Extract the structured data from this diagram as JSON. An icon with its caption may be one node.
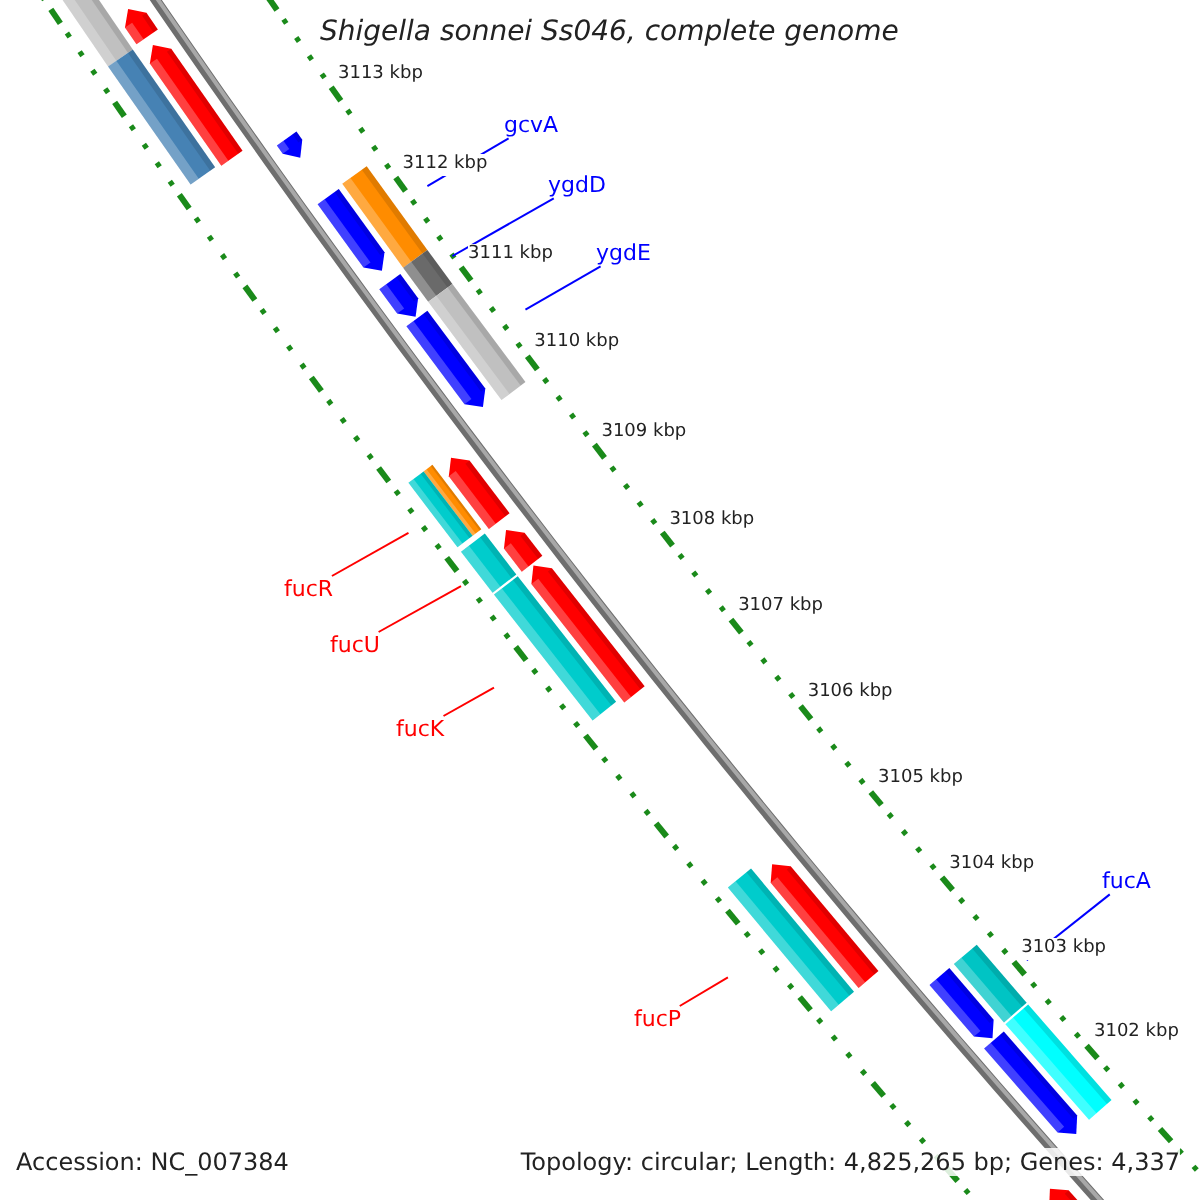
{
  "diagram": {
    "title": "Shigella sonnei Ss046, complete genome",
    "nodes": [
      {
        "text": [
          "gcvA"
        ]
      },
      {
        "text": [
          "ygdD"
        ]
      },
      {
        "text": [
          "ygdE"
        ]
      },
      {
        "text": [
          "fucR"
        ]
      },
      {
        "text": [
          "fucU"
        ]
      },
      {
        "text": [
          "fucK"
        ]
      },
      {
        "text": [
          "fucP"
        ]
      },
      {
        "text": [
          "fucA"
        ]
      },
      {
        "text": [],
        "shape": "bar"
      },
      {
        "text": [],
        "shape": "bar"
      },
      {
        "text": [],
        "shape": "bar"
      },
      {
        "text": [],
        "shape": "bar"
      },
      {
        "text": [],
        "shape": "bar"
      },
      {
        "text": [],
        "shape": "bar"
      },
      {
        "text": [],
        "shape": "bar"
      },
      {
        "text": [],
        "shape": "bar"
      }
    ],
    "edges": [
      {
        "from": 0,
        "to": 8,
        "arrow": "none",
        "color": "#0000ff"
      },
      {
        "from": 1,
        "to": 9,
        "arrow": "none",
        "color": "#0000ff"
      },
      {
        "from": 2,
        "to": 10,
        "arrow": "none",
        "color": "#0000ff"
      },
      {
        "from": 3,
        "to": 11,
        "arrow": "none",
        "color": "#ff0000"
      },
      {
        "from": 4,
        "to": 12,
        "arrow": "none",
        "color": "#ff0000"
      },
      {
        "from": 5,
        "to": 13,
        "arrow": "none",
        "color": "#ff0000"
      },
      {
        "from": 6,
        "to": 14,
        "arrow": "none",
        "color": "#ff0000"
      },
      {
        "from": 7,
        "to": 15,
        "arrow": "none",
        "color": "#0000ff"
      }
    ],
    "labels": [
      "3113 kbp",
      "3112 kbp",
      "3111 kbp",
      "3110 kbp",
      "3109 kbp",
      "3108 kbp",
      "3107 kbp",
      "3106 kbp",
      "3105 kbp",
      "3104 kbp",
      "3103 kbp",
      "3102 kbp",
      "Accession: NC_007384",
      "Topology: circular; Length: 4,825,265 bp; Genes: 4,337"
    ]
  }
}
